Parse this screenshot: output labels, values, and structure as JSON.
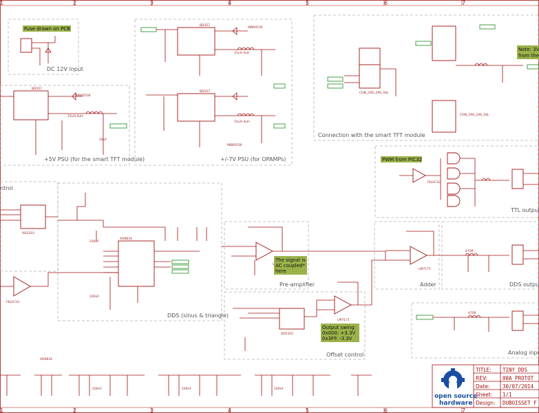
{
  "ruler": {
    "columns": [
      "1",
      "2",
      "3",
      "4",
      "5",
      "6",
      "7"
    ]
  },
  "sections": {
    "dc_input": "DC 12V input",
    "psu5": "+5V PSU (for the smart TFT module)",
    "psu7": "+/-7V PSU (for OPAMPs)",
    "tft": "Connection with the smart TFT module",
    "control": "ntrol",
    "dds": "DDS (sinus & triangle)",
    "preamp": "Pre-amplifier",
    "offset": "Offset control",
    "adder": "Adder",
    "dds_out": "DDS output",
    "ttl_out": "TTL output",
    "analog_in": "Analog input"
  },
  "notes": {
    "fuse": "Fuse drawn on PCB",
    "pwm": "PWM from PIC32",
    "ac_coupled": [
      "The signal is",
      "AC coupled*",
      "here"
    ],
    "swing": [
      "Output swing:",
      "0x000: +3.3V",
      "0x3FF: -3.3V"
    ],
    "note3v": [
      "Note: 3V",
      "from the"
    ]
  },
  "components": {
    "reg_u4": "BD357",
    "reg_u5": "BD357",
    "reg_u6": "BD357",
    "inductor": "15uH 4uH",
    "diode": "MBR0530",
    "dds_chip": "AD9834",
    "preamp_op": "LM7171",
    "adder_op": "LM7171",
    "offset_op": "LM7171",
    "dac": "AD5310",
    "cap_nf": "100nF",
    "cap_uf": "10uF",
    "ttl_gate": "74LVC1G",
    "connector": "CON_2X6_2X6_SSL",
    "resistor": "470R"
  },
  "title_block": {
    "title_label": "TITLE:",
    "title": "TINY DDS",
    "rev_label": "REV:",
    "rev": "00A PROTOT",
    "date_label": "Date:",
    "date": "30/07/2014",
    "sheet_label": "Sheet:",
    "sheet": "1/1",
    "design_label": "Design:",
    "design": "DUBOISSET F",
    "logo_line1": "open source",
    "logo_line2": "hardware"
  },
  "colors": {
    "wire": "#a01010",
    "net_label": "#1a8a1a",
    "note_fill": "#9bb24a",
    "logo": "#1a4fa0"
  }
}
